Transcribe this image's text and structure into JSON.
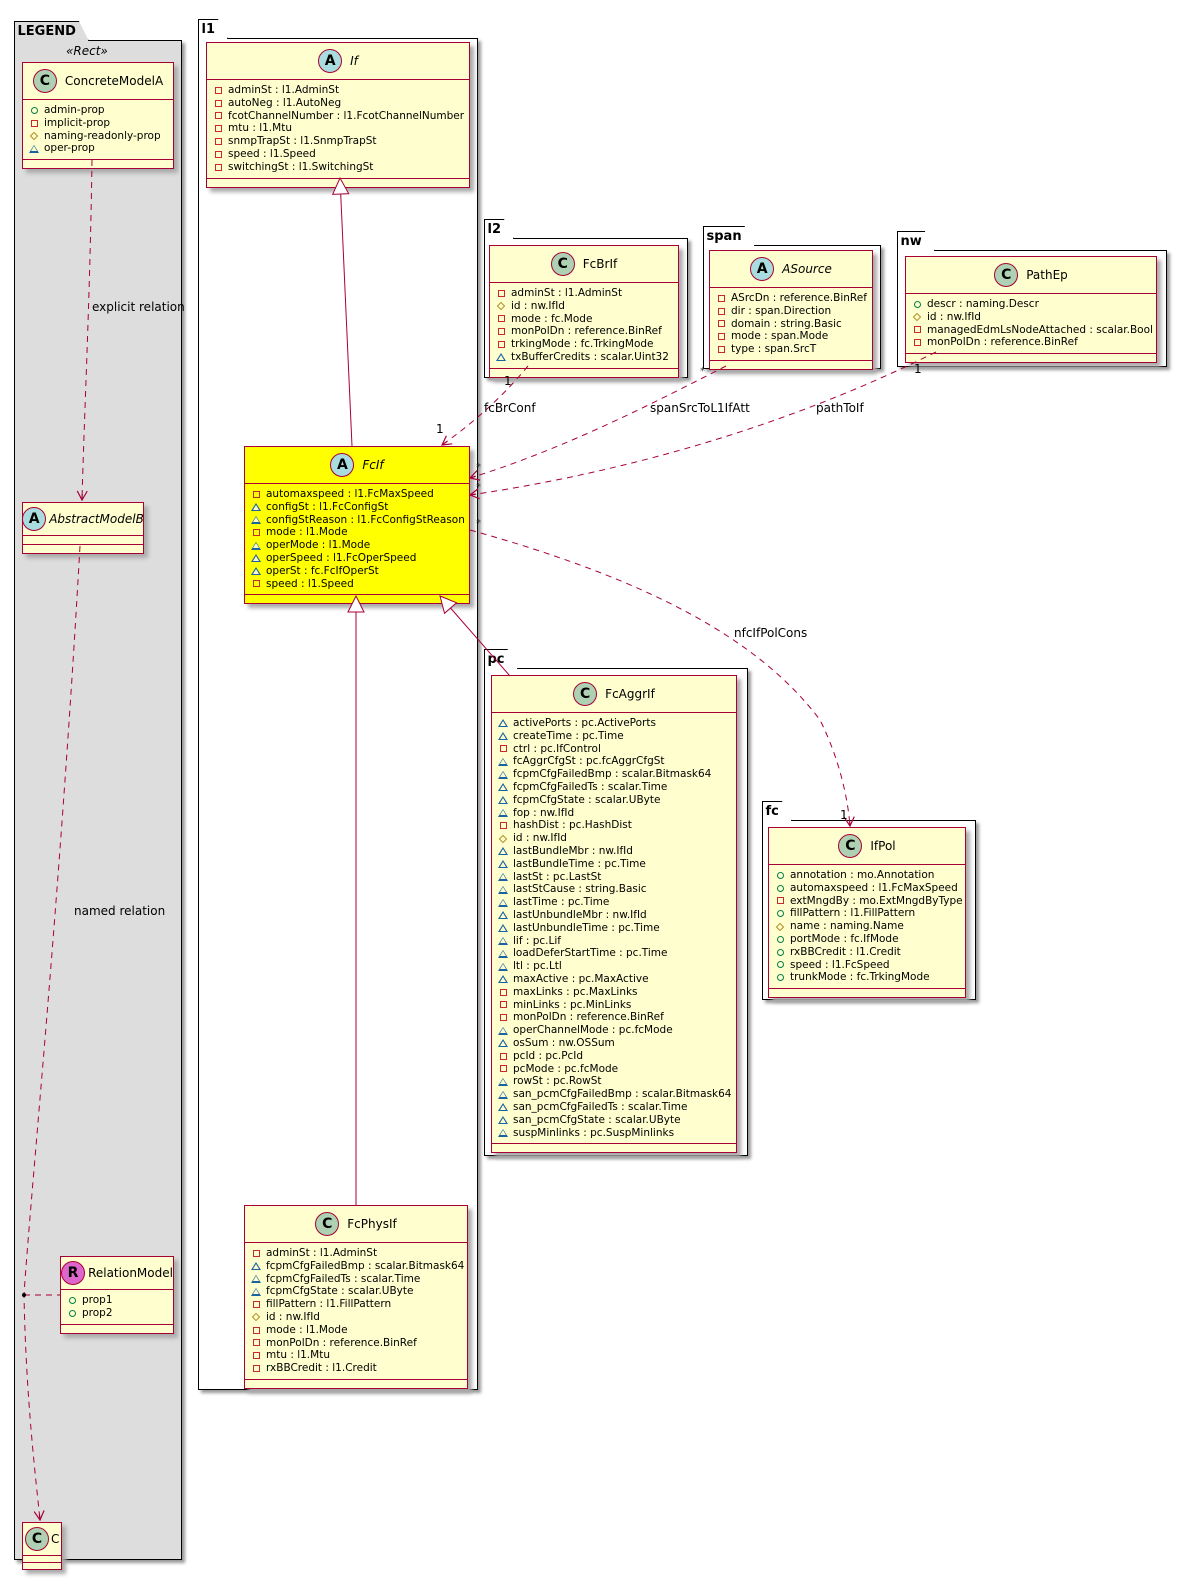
{
  "packages": {
    "legend": "LEGEND",
    "l1": "l1",
    "l2": "l2",
    "span": "span",
    "nw": "nw",
    "pc": "pc",
    "fc": "fc"
  },
  "legend": {
    "stereotype": "«Rect»",
    "concrete_model": {
      "badge": "C",
      "name": "ConcreteModelA",
      "attributes": [
        {
          "vis": "public",
          "text": "admin-prop"
        },
        {
          "vis": "private",
          "text": "implicit-prop"
        },
        {
          "vis": "protected",
          "text": "naming-readonly-prop"
        },
        {
          "vis": "package",
          "text": "oper-prop"
        }
      ]
    },
    "abstract_model": {
      "badge": "A",
      "name": "AbstractModelB"
    },
    "relation_model": {
      "badge": "R",
      "name": "RelationModel",
      "attributes": [
        {
          "vis": "public",
          "text": "prop1"
        },
        {
          "vis": "public",
          "text": "prop2"
        }
      ]
    },
    "c_model": {
      "badge": "C",
      "name": "C"
    },
    "explicit_relation_label": "explicit relation",
    "named_relation_label": "named relation"
  },
  "classes": {
    "If": {
      "badge": "A",
      "name": "If",
      "attributes": [
        {
          "vis": "private",
          "text": "adminSt : l1.AdminSt"
        },
        {
          "vis": "private",
          "text": "autoNeg : l1.AutoNeg"
        },
        {
          "vis": "private",
          "text": "fcotChannelNumber : l1.FcotChannelNumber"
        },
        {
          "vis": "private",
          "text": "mtu : l1.Mtu"
        },
        {
          "vis": "private",
          "text": "snmpTrapSt : l1.SnmpTrapSt"
        },
        {
          "vis": "private",
          "text": "speed : l1.Speed"
        },
        {
          "vis": "private",
          "text": "switchingSt : l1.SwitchingSt"
        }
      ]
    },
    "FcIf": {
      "badge": "A",
      "name": "FcIf",
      "attributes": [
        {
          "vis": "private",
          "text": "automaxspeed : l1.FcMaxSpeed"
        },
        {
          "vis": "package",
          "text": "configSt : l1.FcConfigSt"
        },
        {
          "vis": "package",
          "text": "configStReason : l1.FcConfigStReason"
        },
        {
          "vis": "private",
          "text": "mode : l1.Mode"
        },
        {
          "vis": "package",
          "text": "operMode : l1.Mode"
        },
        {
          "vis": "package",
          "text": "operSpeed : l1.FcOperSpeed"
        },
        {
          "vis": "package",
          "text": "operSt : fc.FcIfOperSt"
        },
        {
          "vis": "private",
          "text": "speed : l1.Speed"
        }
      ]
    },
    "FcPhysIf": {
      "badge": "C",
      "name": "FcPhysIf",
      "attributes": [
        {
          "vis": "private",
          "text": "adminSt : l1.AdminSt"
        },
        {
          "vis": "package",
          "text": "fcpmCfgFailedBmp : scalar.Bitmask64"
        },
        {
          "vis": "package",
          "text": "fcpmCfgFailedTs : scalar.Time"
        },
        {
          "vis": "package",
          "text": "fcpmCfgState : scalar.UByte"
        },
        {
          "vis": "private",
          "text": "fillPattern : l1.FillPattern"
        },
        {
          "vis": "protected",
          "text": "id : nw.IfId"
        },
        {
          "vis": "private",
          "text": "mode : l1.Mode"
        },
        {
          "vis": "private",
          "text": "monPolDn : reference.BinRef"
        },
        {
          "vis": "private",
          "text": "mtu : l1.Mtu"
        },
        {
          "vis": "private",
          "text": "rxBBCredit : l1.Credit"
        }
      ]
    },
    "FcBrIf": {
      "badge": "C",
      "name": "FcBrIf",
      "attributes": [
        {
          "vis": "private",
          "text": "adminSt : l1.AdminSt"
        },
        {
          "vis": "protected",
          "text": "id : nw.IfId"
        },
        {
          "vis": "private",
          "text": "mode : fc.Mode"
        },
        {
          "vis": "private",
          "text": "monPolDn : reference.BinRef"
        },
        {
          "vis": "private",
          "text": "trkingMode : fc.TrkingMode"
        },
        {
          "vis": "package",
          "text": "txBufferCredits : scalar.Uint32"
        }
      ]
    },
    "ASource": {
      "badge": "A",
      "name": "ASource",
      "attributes": [
        {
          "vis": "private",
          "text": "ASrcDn : reference.BinRef"
        },
        {
          "vis": "private",
          "text": "dir : span.Direction"
        },
        {
          "vis": "private",
          "text": "domain : string.Basic"
        },
        {
          "vis": "private",
          "text": "mode : span.Mode"
        },
        {
          "vis": "private",
          "text": "type : span.SrcT"
        }
      ]
    },
    "PathEp": {
      "badge": "C",
      "name": "PathEp",
      "attributes": [
        {
          "vis": "public",
          "text": "descr : naming.Descr"
        },
        {
          "vis": "protected",
          "text": "id : nw.IfId"
        },
        {
          "vis": "private",
          "text": "managedEdmLsNodeAttached : scalar.Bool"
        },
        {
          "vis": "private",
          "text": "monPolDn : reference.BinRef"
        }
      ]
    },
    "FcAggrIf": {
      "badge": "C",
      "name": "FcAggrIf",
      "attributes": [
        {
          "vis": "package",
          "text": "activePorts : pc.ActivePorts"
        },
        {
          "vis": "package",
          "text": "createTime : pc.Time"
        },
        {
          "vis": "private",
          "text": "ctrl : pc.IfControl"
        },
        {
          "vis": "package",
          "text": "fcAggrCfgSt : pc.fcAggrCfgSt"
        },
        {
          "vis": "package",
          "text": "fcpmCfgFailedBmp : scalar.Bitmask64"
        },
        {
          "vis": "package",
          "text": "fcpmCfgFailedTs : scalar.Time"
        },
        {
          "vis": "package",
          "text": "fcpmCfgState : scalar.UByte"
        },
        {
          "vis": "package",
          "text": "fop : nw.IfId"
        },
        {
          "vis": "private",
          "text": "hashDist : pc.HashDist"
        },
        {
          "vis": "protected",
          "text": "id : nw.IfId"
        },
        {
          "vis": "package",
          "text": "lastBundleMbr : nw.IfId"
        },
        {
          "vis": "package",
          "text": "lastBundleTime : pc.Time"
        },
        {
          "vis": "package",
          "text": "lastSt : pc.LastSt"
        },
        {
          "vis": "package",
          "text": "lastStCause : string.Basic"
        },
        {
          "vis": "package",
          "text": "lastTime : pc.Time"
        },
        {
          "vis": "package",
          "text": "lastUnbundleMbr : nw.IfId"
        },
        {
          "vis": "package",
          "text": "lastUnbundleTime : pc.Time"
        },
        {
          "vis": "package",
          "text": "lif : pc.Lif"
        },
        {
          "vis": "package",
          "text": "loadDeferStartTime : pc.Time"
        },
        {
          "vis": "package",
          "text": "ltl : pc.Ltl"
        },
        {
          "vis": "package",
          "text": "maxActive : pc.MaxActive"
        },
        {
          "vis": "private",
          "text": "maxLinks : pc.MaxLinks"
        },
        {
          "vis": "private",
          "text": "minLinks : pc.MinLinks"
        },
        {
          "vis": "private",
          "text": "monPolDn : reference.BinRef"
        },
        {
          "vis": "package",
          "text": "operChannelMode : pc.fcMode"
        },
        {
          "vis": "package",
          "text": "osSum : nw.OSSum"
        },
        {
          "vis": "private",
          "text": "pcId : pc.PcId"
        },
        {
          "vis": "private",
          "text": "pcMode : pc.fcMode"
        },
        {
          "vis": "package",
          "text": "rowSt : pc.RowSt"
        },
        {
          "vis": "package",
          "text": "san_pcmCfgFailedBmp : scalar.Bitmask64"
        },
        {
          "vis": "package",
          "text": "san_pcmCfgFailedTs : scalar.Time"
        },
        {
          "vis": "package",
          "text": "san_pcmCfgState : scalar.UByte"
        },
        {
          "vis": "package",
          "text": "suspMinlinks : pc.SuspMinlinks"
        }
      ]
    },
    "IfPol": {
      "badge": "C",
      "name": "IfPol",
      "attributes": [
        {
          "vis": "public",
          "text": "annotation : mo.Annotation"
        },
        {
          "vis": "public",
          "text": "automaxspeed : l1.FcMaxSpeed"
        },
        {
          "vis": "private",
          "text": "extMngdBy : mo.ExtMngdByType"
        },
        {
          "vis": "public",
          "text": "fillPattern : l1.FillPattern"
        },
        {
          "vis": "protected",
          "text": "name : naming.Name"
        },
        {
          "vis": "public",
          "text": "portMode : fc.IfMode"
        },
        {
          "vis": "public",
          "text": "rxBBCredit : l1.Credit"
        },
        {
          "vis": "public",
          "text": "speed : l1.FcSpeed"
        },
        {
          "vis": "public",
          "text": "trunkMode : fc.TrkingMode"
        }
      ]
    }
  },
  "relations": {
    "fcBrConf": {
      "label": "fcBrConf",
      "from_mult": "1",
      "to_mult": "1"
    },
    "spanSrcToL1IfAtt": {
      "label": "spanSrcToL1IfAtt",
      "from_mult": "*",
      "to_mult": "*"
    },
    "pathToIf": {
      "label": "pathToIf",
      "from_mult": "1",
      "to_mult": "*"
    },
    "nfcIfPolCons": {
      "label": "nfcIfPolCons",
      "from_mult": "*",
      "to_mult": "1"
    }
  },
  "colors": {
    "class_fill": "#fefece",
    "highlight_fill": "#ffff00",
    "border": "#a80036",
    "legend_bg": "#dddddd"
  }
}
